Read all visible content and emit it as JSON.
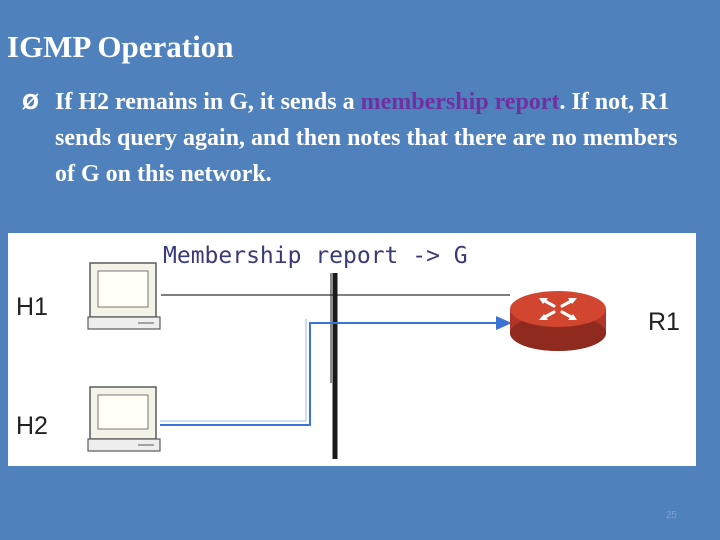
{
  "slide": {
    "title": "IGMP Operation",
    "bullet": {
      "marker": "Ø",
      "text_before": "If H2 remains in G, it sends a ",
      "highlight": "membership report",
      "text_after": ". If not, R1 sends query again, and then notes that there are no members of G on this network."
    },
    "page_number": "25"
  },
  "diagram": {
    "message_label": "Membership report -> G",
    "hosts": [
      "H1",
      "H2"
    ],
    "router_label": "R1",
    "colors": {
      "router_top": "#c0392b",
      "router_side": "#922b1f",
      "message_line": "#3b74d4",
      "bus": "#1a1a1a"
    }
  }
}
